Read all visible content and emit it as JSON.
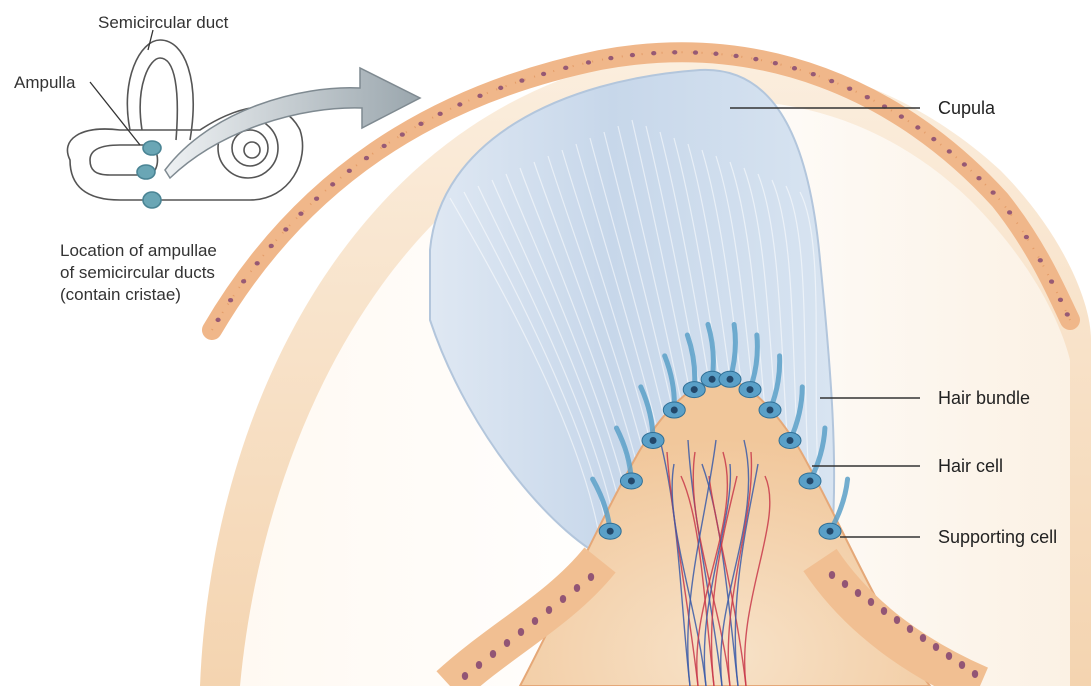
{
  "labels": {
    "semicircular_duct": "Semicircular duct",
    "ampulla": "Ampulla",
    "cupula": "Cupula",
    "hair_bundle": "Hair bundle",
    "hair_cell": "Hair cell",
    "supporting_cell": "Supporting cell"
  },
  "caption": [
    "Location of ampullae",
    "of semicircular ducts",
    "(contain cristae)"
  ],
  "colors": {
    "epithelium": "#f2b98a",
    "tissue": "#f6dcbc",
    "cupula": "#c9d9ec",
    "hair_cell": "#5aa0c8",
    "nucleus": "#7a3b6e",
    "nerve_red": "#c8384a",
    "nerve_blue": "#3a5aa8",
    "inset": "#6aa6b5"
  },
  "icons": {
    "pointer": "curved-arrow-icon"
  }
}
